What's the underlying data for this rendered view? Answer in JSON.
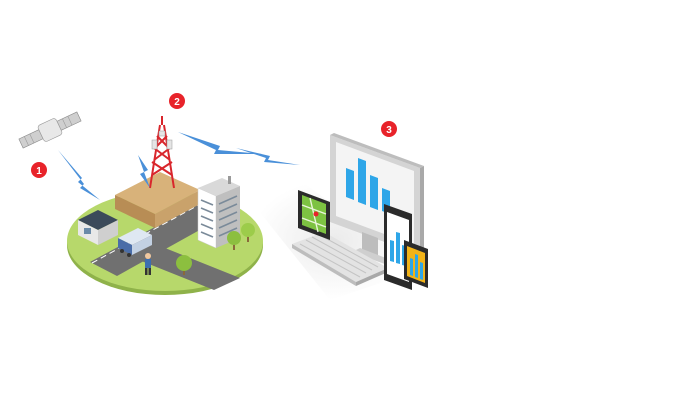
{
  "badges": [
    {
      "label": "1"
    },
    {
      "label": "2"
    },
    {
      "label": "3"
    }
  ],
  "colors": {
    "badge": "#e8232a",
    "signal": "#4a90d9",
    "ground": "#b7d86b",
    "road": "#707070",
    "tower": "#d9262c",
    "building_roof": "#c9a26b",
    "screen_bar": "#2ea6e8",
    "map_green": "#7dc242",
    "phone_accent": "#f2b318"
  },
  "icons": {
    "satellite": "satellite-icon",
    "tower": "cell-tower-icon",
    "desktop": "desktop-monitor-icon",
    "tablet": "tablet-icon",
    "smartphone": "smartphone-icon",
    "keyboard": "keyboard-icon",
    "city": "city-block-icon",
    "van": "van-icon"
  }
}
